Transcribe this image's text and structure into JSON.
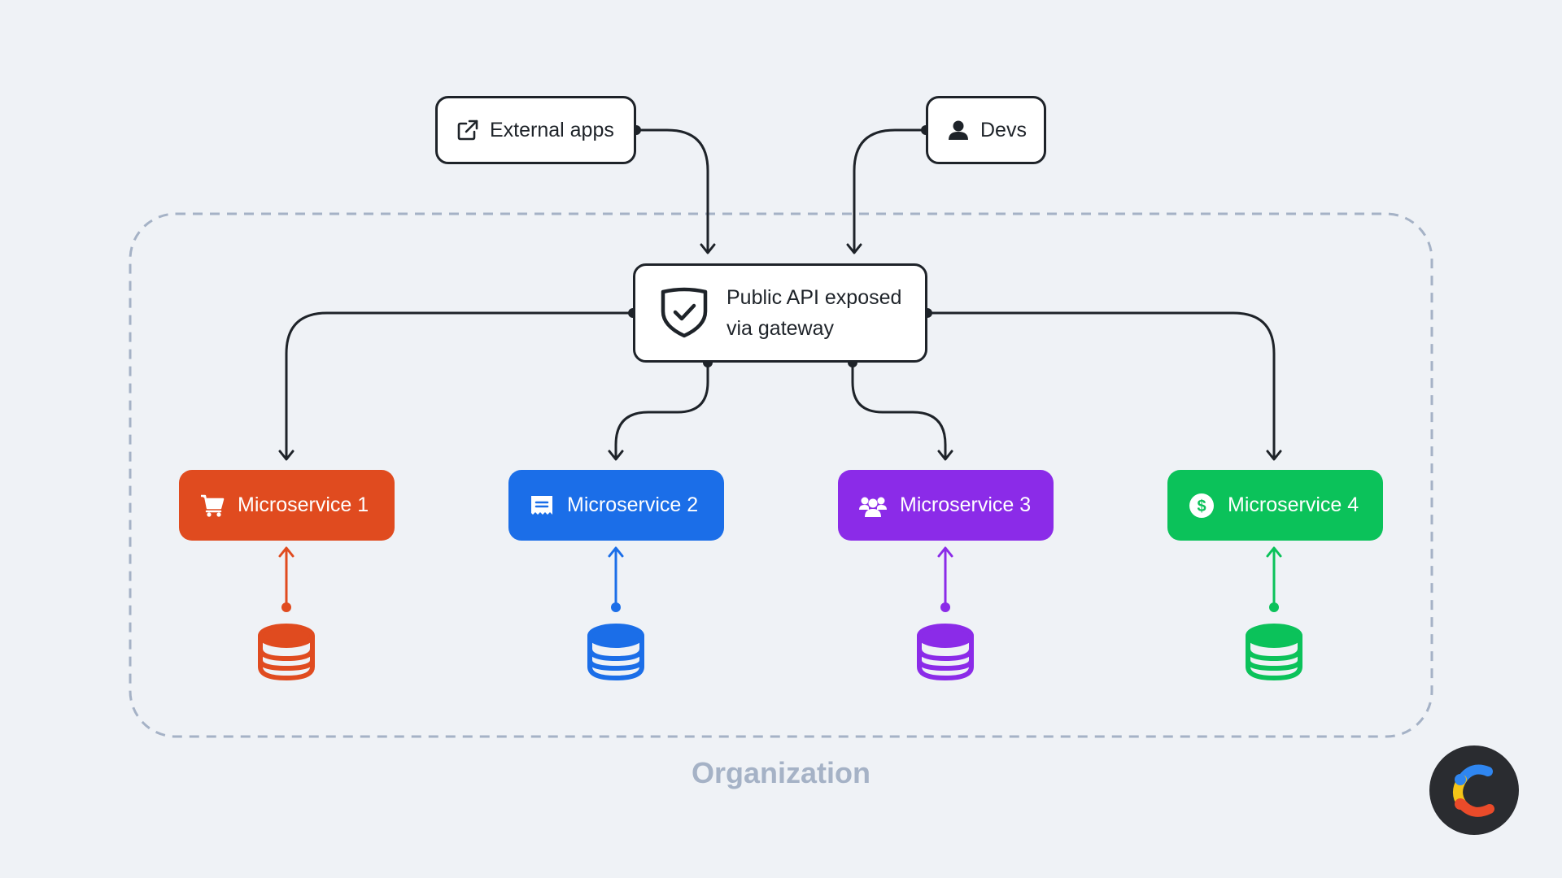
{
  "nodes": {
    "external_apps": {
      "label": "External apps",
      "icon": "external-link-icon"
    },
    "devs": {
      "label": "Devs",
      "icon": "user-icon"
    },
    "gateway": {
      "line1": "Public API exposed",
      "line2": "via gateway",
      "icon": "shield-check-icon"
    }
  },
  "microservices": [
    {
      "label": "Microservice 1",
      "color": "#e04b1f",
      "icon": "shopping-cart-icon"
    },
    {
      "label": "Microservice 2",
      "color": "#1b6ee8",
      "icon": "receipt-icon"
    },
    {
      "label": "Microservice 3",
      "color": "#8b2be8",
      "icon": "users-icon"
    },
    {
      "label": "Microservice 4",
      "color": "#0bc25a",
      "icon": "dollar-coin-icon"
    }
  ],
  "databases": [
    {
      "icon": "database-icon",
      "color": "#e04b1f"
    },
    {
      "icon": "database-icon",
      "color": "#1b6ee8"
    },
    {
      "icon": "database-icon",
      "color": "#8b2be8"
    },
    {
      "icon": "database-icon",
      "color": "#0bc25a"
    }
  ],
  "boundary": {
    "label": "Organization"
  },
  "colors": {
    "background": "#eff2f6",
    "stroke": "#1e2329",
    "boundary": "#a5b2c6",
    "logo_bg": "#2a2c30"
  },
  "logo": {
    "icon": "contentful-logo"
  }
}
